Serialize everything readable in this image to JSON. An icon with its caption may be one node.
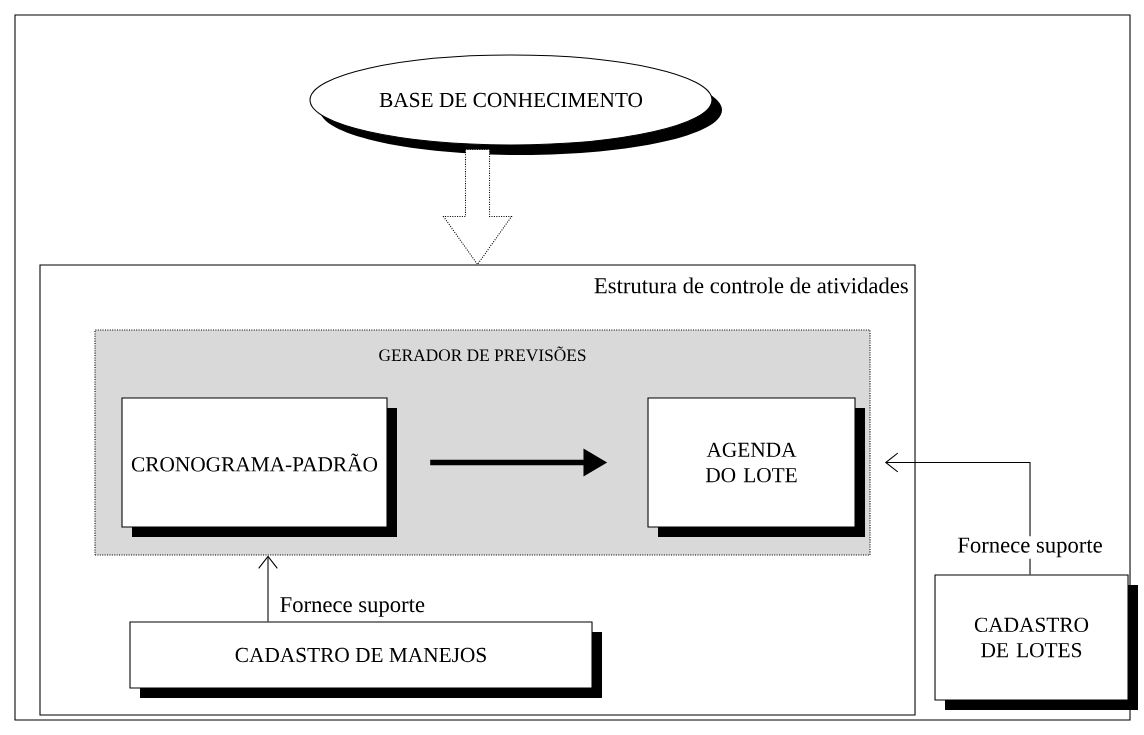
{
  "diagram": {
    "nodes": [
      {
        "text": [
          "BASE DE CONHECIMENTO"
        ]
      },
      {
        "text": [
          "Estrutura de controle de atividades"
        ]
      },
      {
        "text": [
          "GERADOR DE PREVISÕES"
        ],
        "in": 1
      },
      {
        "text": [
          "CRONOGRAMA-PADRÃO"
        ],
        "in": 2
      },
      {
        "text": [
          "AGENDA DO LOTE"
        ],
        "in": 2
      },
      {
        "text": [
          "CADASTRO DE MANEJOS"
        ],
        "in": 1
      },
      {
        "text": [
          "CADASTRO DE LOTES"
        ]
      }
    ],
    "edges": [
      {
        "from": 0,
        "to": 1,
        "arrow": "to",
        "style": "dashed"
      },
      {
        "from": 3,
        "to": 4,
        "arrow": "to",
        "style": "thick"
      },
      {
        "from": 5,
        "to": 2,
        "arrow": "to",
        "label": "Fornece suporte"
      },
      {
        "from": 6,
        "to": 4,
        "arrow": "to",
        "label": "Fornece suporte"
      }
    ]
  }
}
